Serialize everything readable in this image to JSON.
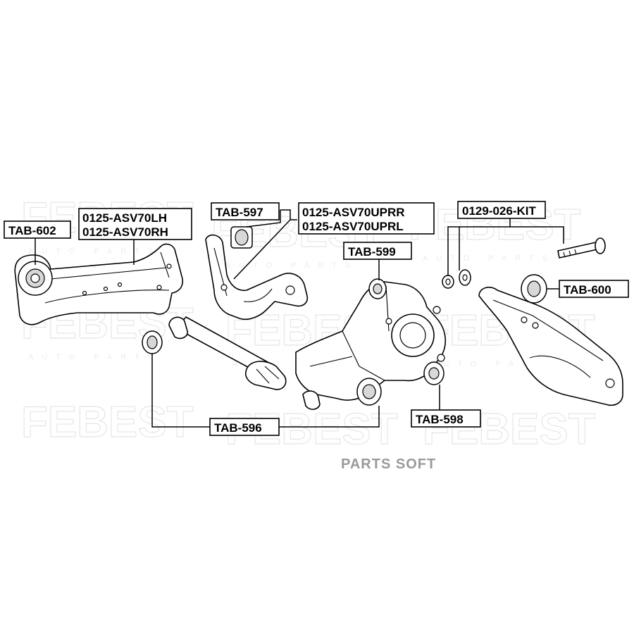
{
  "watermark": {
    "brand": "FEBEST",
    "tagline": "AUTO PARTS"
  },
  "labels": {
    "tab_602": "TAB-602",
    "arm_lh": "0125-ASV70LH",
    "arm_rh": "0125-ASV70RH",
    "tab_597": "TAB-597",
    "upper_rr": "0125-ASV70UPRR",
    "upper_rl": "0125-ASV70UPRL",
    "kit": "0129-026-KIT",
    "tab_599": "TAB-599",
    "tab_600": "TAB-600",
    "tab_596": "TAB-596",
    "tab_598": "TAB-598"
  },
  "footer": {
    "brand_text": "PARTS SOFT"
  }
}
